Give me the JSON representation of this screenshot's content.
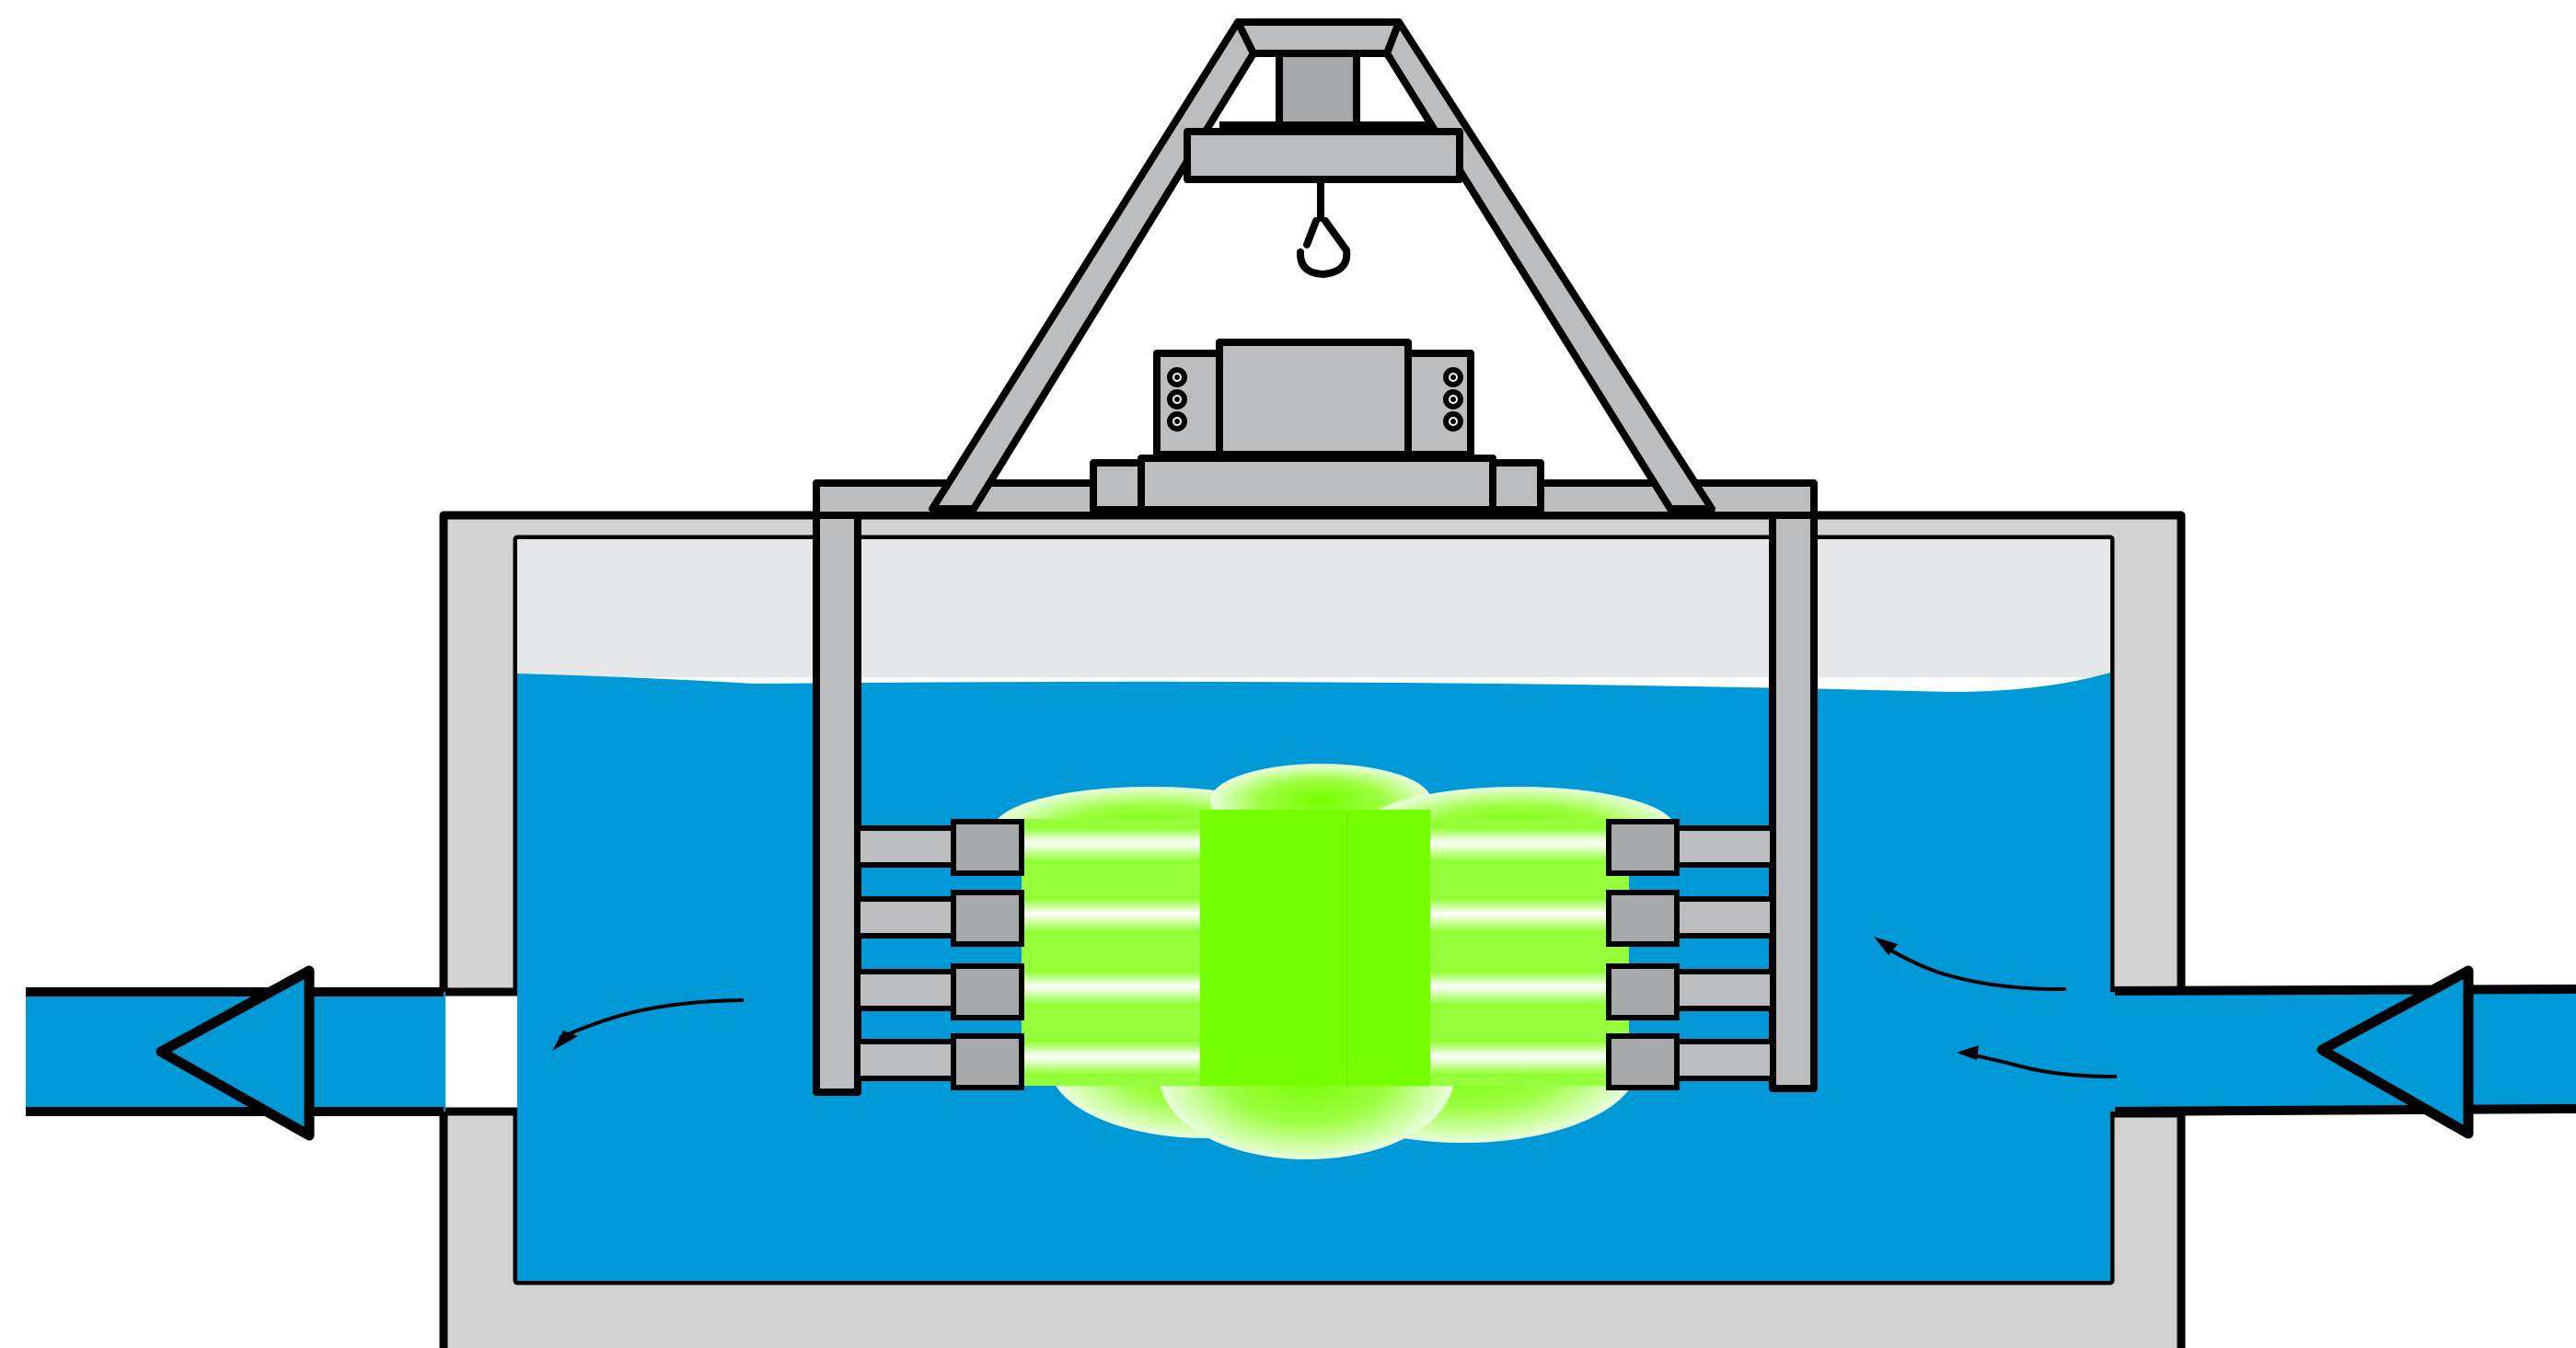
{
  "diagram": {
    "kind": "uv-disinfection-channel",
    "labels": [],
    "colors": {
      "water": "#0099d8",
      "air": "#e6e7e9",
      "concrete": "#d2d2d3",
      "steel": "#bcbdbf",
      "fitting": "#a7a8aa",
      "outline": "#000000",
      "uv_glow": "#76ff00",
      "uv_light": "#e8ffd8"
    },
    "flow": {
      "direction": "right-to-left",
      "inlet_side": "right",
      "outlet_side": "left"
    },
    "uv_module": {
      "lamp_rows": 4,
      "lamp_banks": 2
    },
    "components": [
      "channel-wall",
      "water-body",
      "inlet-pipe",
      "outlet-pipe",
      "uv-lamp-module",
      "lifting-frame",
      "hoist-hook",
      "ballast-enclosure"
    ]
  }
}
